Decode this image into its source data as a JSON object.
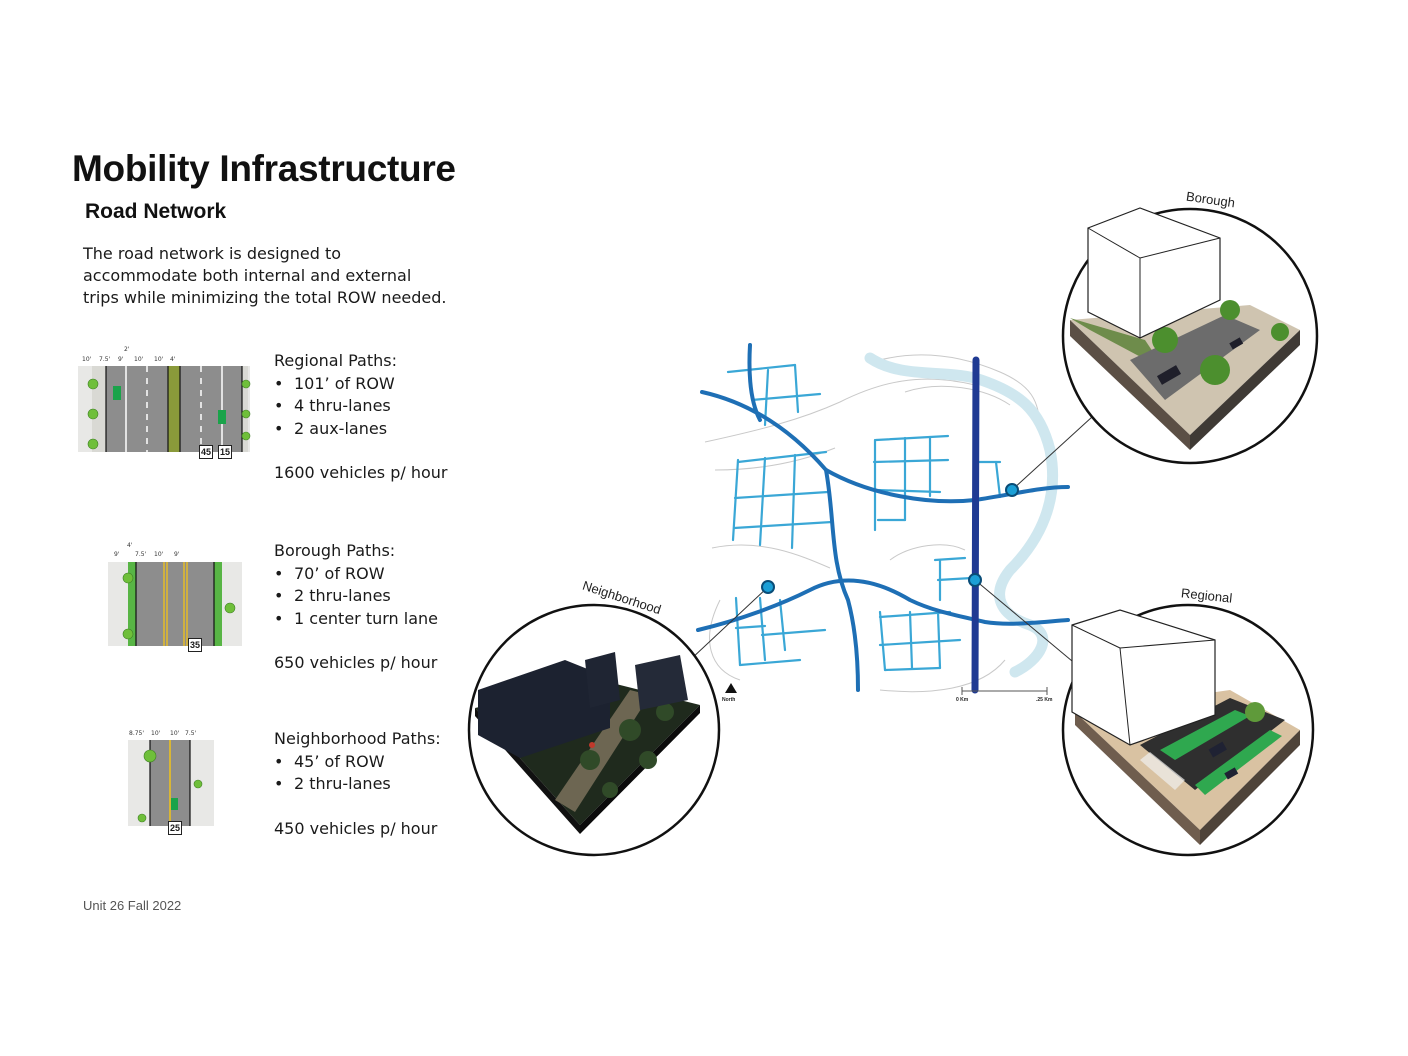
{
  "header": {
    "title": "Mobility Infrastructure",
    "subtitle": "Road Network",
    "intro_lines": [
      "The road network is designed to",
      "accommodate both internal and external",
      "trips while minimizing the total ROW needed."
    ]
  },
  "paths": [
    {
      "heading": "Regional Paths:",
      "items": [
        "101’ of ROW",
        "4 thru-lanes",
        "2 aux-lanes"
      ],
      "capacity": "1600 vehicles p/ hour",
      "dims_top": "2'",
      "dims": [
        "10'",
        "7.5'",
        "9'",
        "10'",
        "10'",
        "4'"
      ],
      "signs": [
        "45",
        "15"
      ]
    },
    {
      "heading": "Borough Paths:",
      "items": [
        "70’ of ROW",
        "2 thru-lanes",
        "1 center turn lane"
      ],
      "capacity": "650 vehicles p/ hour",
      "dims_top": "4'",
      "dims": [
        "9'",
        "7.5'",
        "10'",
        "9'"
      ],
      "signs": [
        "35"
      ]
    },
    {
      "heading": "Neighborhood  Paths:",
      "items": [
        "45’ of ROW",
        "2 thru-lanes"
      ],
      "capacity": "450 vehicles p/ hour",
      "dims": [
        "8.75'",
        "10'",
        "10'",
        "7.5'"
      ],
      "signs": [
        "25"
      ]
    }
  ],
  "map": {
    "north_label": "North",
    "scale_start": "0 Km",
    "scale_end": ".25 Km",
    "colors": {
      "regional": "#1f3a93",
      "borough": "#1e6fb5",
      "neighborhood": "#3aa7d6",
      "river": "#cfe7ef",
      "marker": "#1b9fd6"
    }
  },
  "vignettes": {
    "borough": "Borough",
    "neighborhood": "Neighborhood",
    "regional": "Regional"
  },
  "footer": "Unit 26 Fall 2022"
}
